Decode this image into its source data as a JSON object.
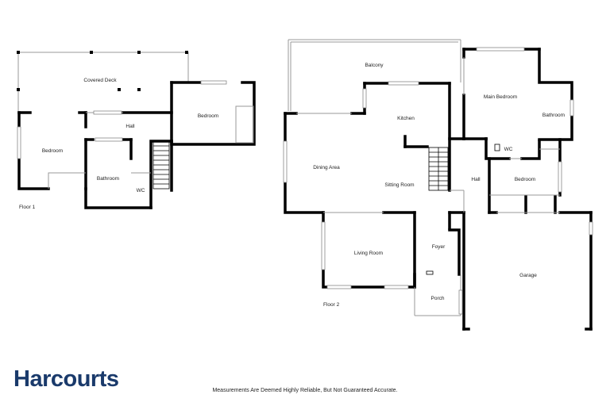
{
  "floors": [
    {
      "name": "Floor 1",
      "rooms": [
        "Covered Deck",
        "Hall",
        "Bedroom",
        "Bedroom",
        "Bathroom",
        "WC"
      ]
    },
    {
      "name": "Floor 2",
      "rooms": [
        "Balcony",
        "Main Bedroom",
        "Kitchen",
        "Bathroom",
        "WC",
        "Dining Area",
        "Hall",
        "Bedroom",
        "Sitting Room",
        "Living Room",
        "Foyer",
        "Garage",
        "Porch"
      ]
    }
  ],
  "brand": {
    "name": "Harcourts",
    "color": "#1a3a6b"
  },
  "footer": {
    "disclaimer": "Measurements Are Deemed Highly Reliable, But Not Guaranteed Accurate."
  },
  "colors": {
    "wall": "#000000",
    "thin_line": "#999999",
    "window": "#bbbbbb"
  }
}
